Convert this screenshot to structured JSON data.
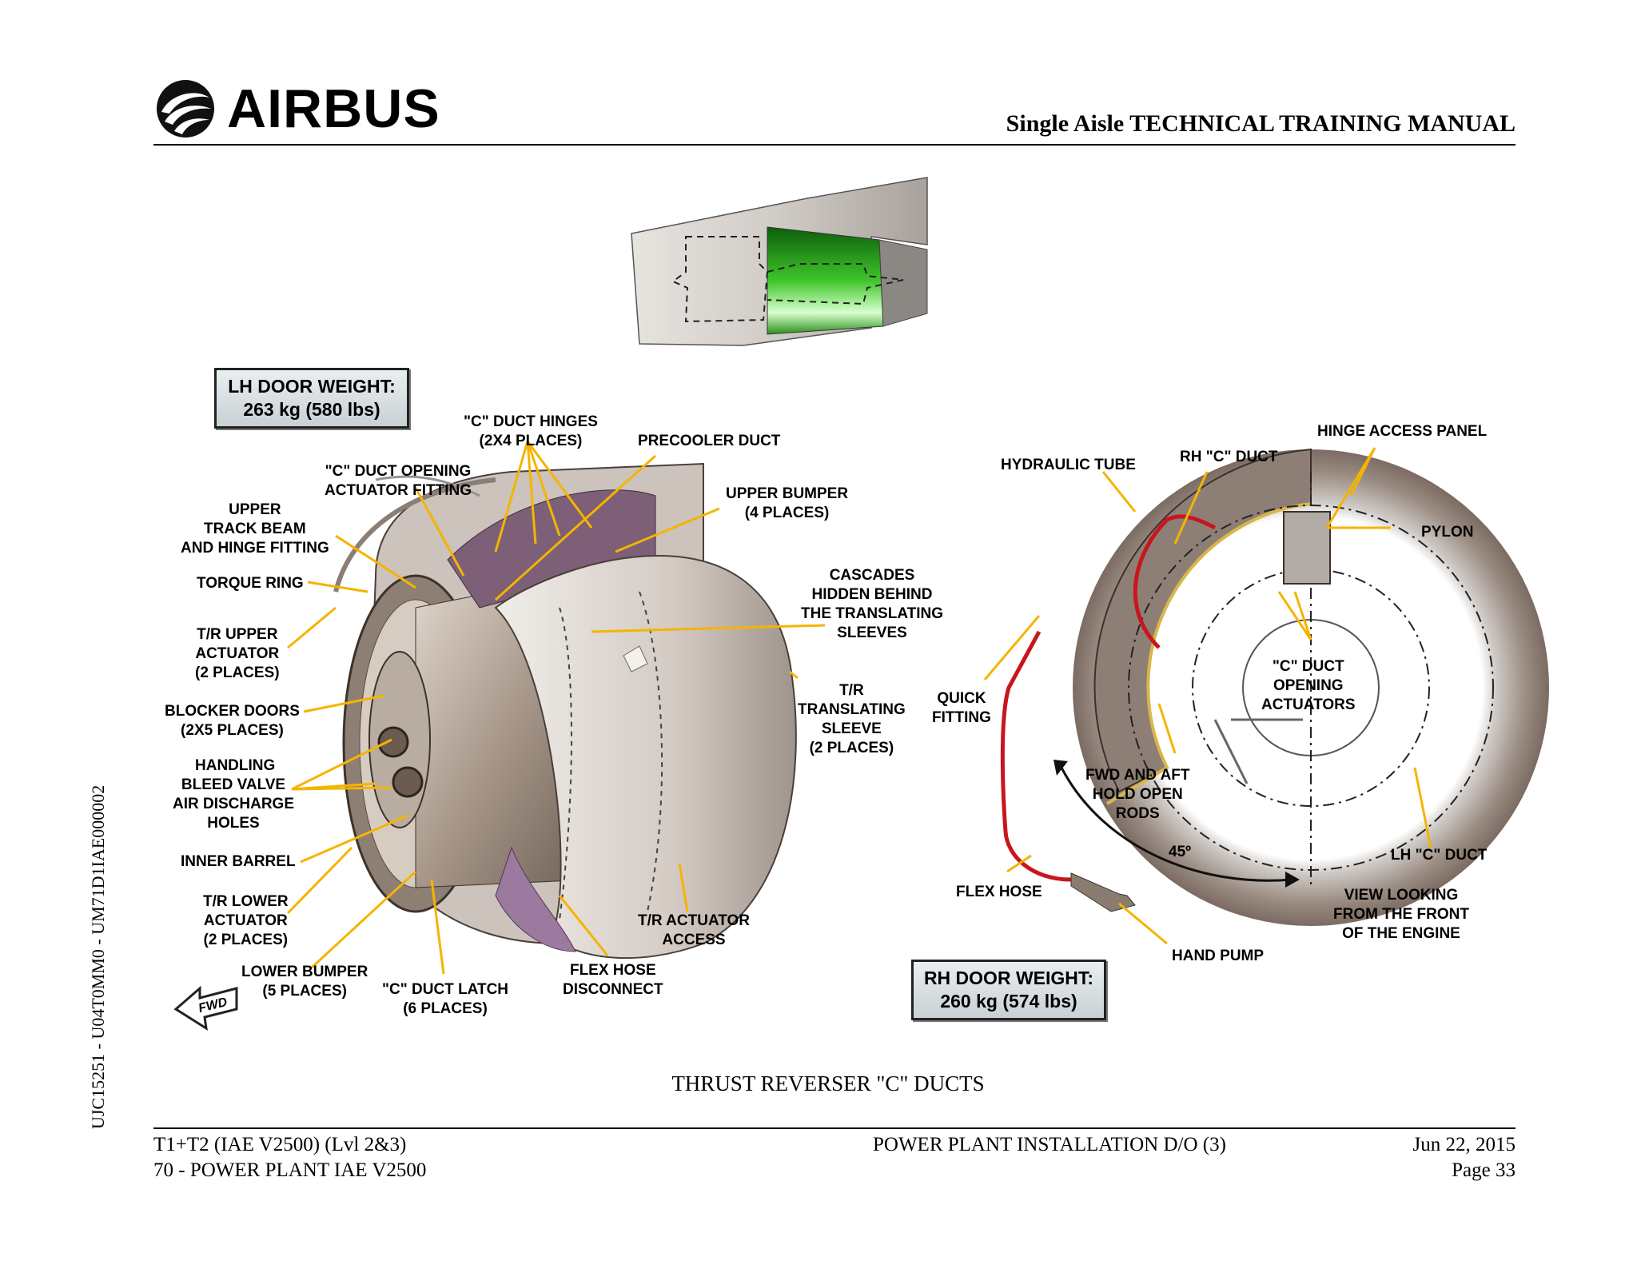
{
  "header": {
    "brand": "AIRBUS",
    "manual_title": "Single Aisle TECHNICAL TRAINING MANUAL"
  },
  "side_id": "UJC15251 - U04T0MM0 - UM71D1IAE000002",
  "figure": {
    "caption": "THRUST REVERSER \"C\" DUCTS",
    "lh_weight": {
      "title": "LH DOOR WEIGHT:",
      "value": "263 kg (580 lbs)"
    },
    "rh_weight": {
      "title": "RH DOOR WEIGHT:",
      "value": "260 kg (574 lbs)"
    },
    "fwd_arrow": "FWD",
    "angle": "45º",
    "left_labels": {
      "c_duct_hinges": [
        "\"C\" DUCT HINGES",
        "(2X4 PLACES)"
      ],
      "precooler_duct": [
        "PRECOOLER DUCT"
      ],
      "opening_actuator_fitting": [
        "\"C\" DUCT OPENING",
        "ACTUATOR FITTING"
      ],
      "upper_bumper": [
        "UPPER BUMPER",
        "(4 PLACES)"
      ],
      "upper_track_beam": [
        "UPPER",
        "TRACK BEAM",
        "AND HINGE FITTING"
      ],
      "torque_ring": [
        "TORQUE RING"
      ],
      "cascades": [
        "CASCADES",
        "HIDDEN BEHIND",
        "THE TRANSLATING",
        "SLEEVES"
      ],
      "tr_upper_actuator": [
        "T/R UPPER",
        "ACTUATOR",
        "(2 PLACES)"
      ],
      "tr_translating_sleeve": [
        "T/R",
        "TRANSLATING",
        "SLEEVE",
        "(2 PLACES)"
      ],
      "blocker_doors": [
        "BLOCKER DOORS",
        "(2X5 PLACES)"
      ],
      "handling": [
        "HANDLING"
      ],
      "bleed_valve": [
        "BLEED VALVE",
        "AIR DISCHARGE",
        "HOLES"
      ],
      "inner_barrel": [
        "INNER BARREL"
      ],
      "tr_lower_actuator": [
        "T/R LOWER",
        "ACTUATOR",
        "(2 PLACES)"
      ],
      "tr_actuator_access": [
        "T/R ACTUATOR",
        "ACCESS"
      ],
      "lower_bumper": [
        "LOWER BUMPER",
        "(5 PLACES)"
      ],
      "c_duct_latch": [
        "\"C\" DUCT LATCH",
        "(6 PLACES)"
      ],
      "flex_hose_disconnect": [
        "FLEX HOSE",
        "DISCONNECT"
      ]
    },
    "right_labels": {
      "hinge_access_panel": [
        "HINGE ACCESS PANEL"
      ],
      "hydraulic_tube": [
        "HYDRAULIC TUBE"
      ],
      "rh_c_duct": [
        "RH \"C\" DUCT"
      ],
      "pylon": [
        "PYLON"
      ],
      "quick_fitting": [
        "QUICK",
        "FITTING"
      ],
      "c_duct_opening_actuators": [
        "\"C\" DUCT",
        "OPENING",
        "ACTUATORS"
      ],
      "hold_open_rods": [
        "FWD AND AFT",
        "HOLD OPEN",
        "RODS"
      ],
      "lh_c_duct": [
        "LH \"C\" DUCT"
      ],
      "flex_hose": [
        "FLEX HOSE"
      ],
      "view_looking": [
        "VIEW LOOKING",
        "FROM THE FRONT",
        "OF THE ENGINE"
      ],
      "hand_pump": [
        "HAND PUMP"
      ]
    }
  },
  "footer": {
    "left_line1": "T1+T2 (IAE V2500) (Lvl 2&3)",
    "left_line2": "70 - POWER PLANT IAE V2500",
    "center": "POWER PLANT INSTALLATION D/O (3)",
    "date": "Jun 22, 2015",
    "page": "Page 33"
  },
  "colors": {
    "leader": "#f5b400",
    "hydraulic": "#c8161d",
    "highlight_green": "#2fa81c",
    "nacelle": "#c8c3be"
  }
}
